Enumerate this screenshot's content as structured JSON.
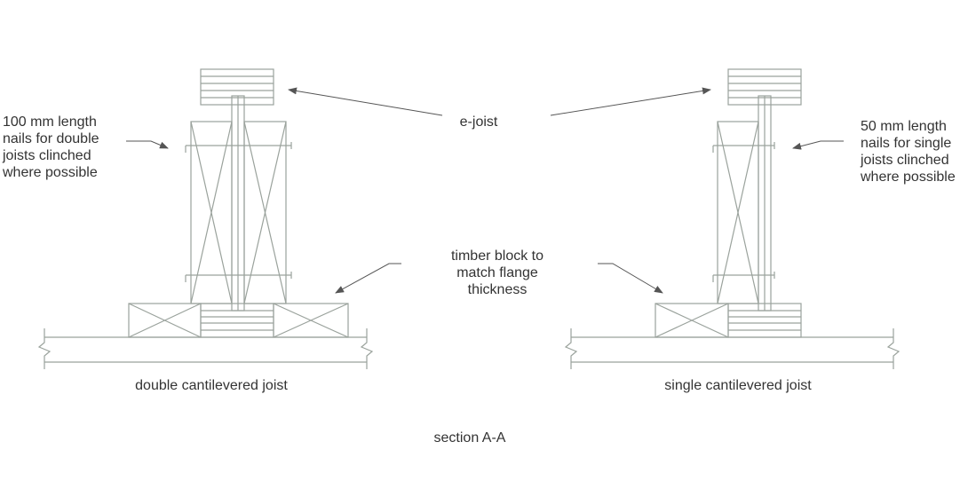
{
  "labels": {
    "left_note": [
      "100 mm length",
      "nails for double",
      "joists clinched",
      "where possible"
    ],
    "right_note": [
      "50 mm length",
      "nails for single",
      "joists clinched",
      "where possible"
    ],
    "ejoist": "e-joist",
    "timber_block": [
      "timber block to",
      "match flange",
      "thickness"
    ],
    "left_caption": "double cantilevered joist",
    "right_caption": "single cantilevered joist",
    "section": "section A-A"
  },
  "colors": {
    "structure": "#9aa29c",
    "leader": "#555555",
    "text": "#333333"
  }
}
